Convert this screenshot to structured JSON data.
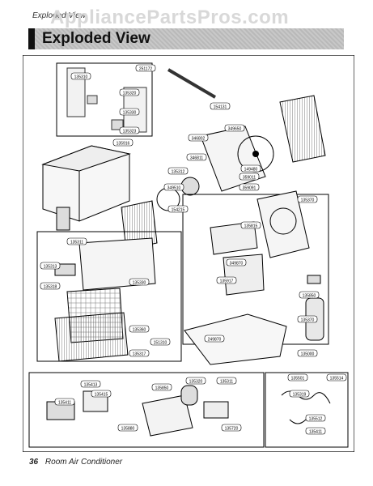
{
  "header": {
    "section_label": "Exploded View",
    "watermark": "AppliancePartsPros.com",
    "title": "Exploded View"
  },
  "diagram": {
    "part_labels": [
      "135310",
      "135320",
      "251172",
      "135330",
      "135323",
      "154131",
      "349650",
      "149480",
      "346802",
      "346811",
      "135312",
      "135916",
      "359011",
      "349510",
      "154215",
      "359091",
      "135815",
      "135370",
      "349870",
      "135917",
      "135311",
      "135313",
      "135318",
      "135330",
      "135360",
      "135317",
      "135850",
      "135370",
      "135000",
      "151310",
      "249870",
      "135319",
      "135413",
      "135415",
      "135411",
      "135850",
      "135320",
      "135311",
      "135880",
      "135720",
      "135501",
      "135514",
      "135512",
      "135411"
    ]
  },
  "footer": {
    "page_number": "36",
    "text": "Room Air Conditioner"
  }
}
